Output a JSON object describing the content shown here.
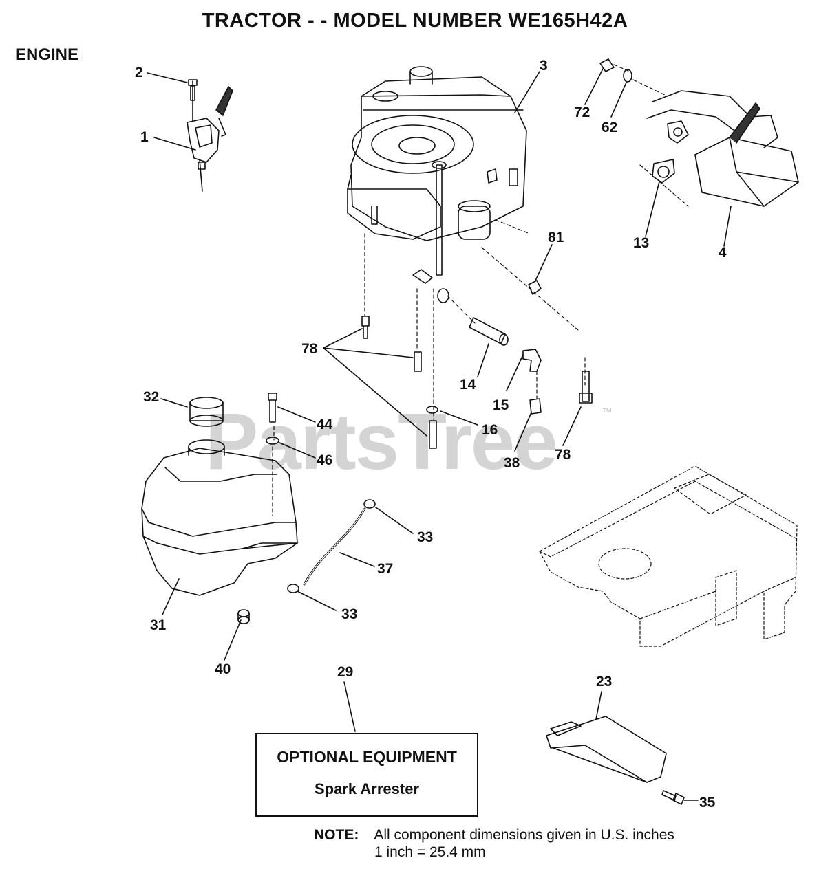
{
  "title": "TRACTOR - - MODEL NUMBER WE165H42A",
  "section": "ENGINE",
  "watermark": "PartsTree",
  "trademark": "™",
  "optional_box": {
    "heading": "OPTIONAL EQUIPMENT",
    "item": "Spark Arrester"
  },
  "note": {
    "label": "NOTE:",
    "line1": "All component dimensions given in U.S. inches",
    "line2": "1 inch = 25.4 mm"
  },
  "callouts": [
    {
      "id": "c1",
      "label": "1"
    },
    {
      "id": "c2",
      "label": "2"
    },
    {
      "id": "c3",
      "label": "3"
    },
    {
      "id": "c4",
      "label": "4"
    },
    {
      "id": "c13",
      "label": "13"
    },
    {
      "id": "c14",
      "label": "14"
    },
    {
      "id": "c15",
      "label": "15"
    },
    {
      "id": "c16",
      "label": "16"
    },
    {
      "id": "c23",
      "label": "23"
    },
    {
      "id": "c29",
      "label": "29"
    },
    {
      "id": "c31",
      "label": "31"
    },
    {
      "id": "c32",
      "label": "32"
    },
    {
      "id": "c33a",
      "label": "33"
    },
    {
      "id": "c33b",
      "label": "33"
    },
    {
      "id": "c35",
      "label": "35"
    },
    {
      "id": "c37",
      "label": "37"
    },
    {
      "id": "c38",
      "label": "38"
    },
    {
      "id": "c40",
      "label": "40"
    },
    {
      "id": "c44",
      "label": "44"
    },
    {
      "id": "c46",
      "label": "46"
    },
    {
      "id": "c62",
      "label": "62"
    },
    {
      "id": "c72",
      "label": "72"
    },
    {
      "id": "c78a",
      "label": "78"
    },
    {
      "id": "c78b",
      "label": "78"
    },
    {
      "id": "c81",
      "label": "81"
    }
  ]
}
